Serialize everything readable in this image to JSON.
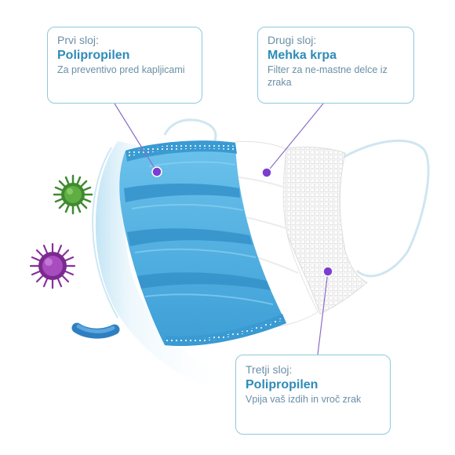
{
  "callouts": {
    "first": {
      "kicker": "Prvi sloj:",
      "title": "Polipropilen",
      "desc": "Za preventivo pred kapljicami"
    },
    "second": {
      "kicker": "Drugi sloj:",
      "title": "Mehka krpa",
      "desc": "Filter za ne-mastne delce iz zraka"
    },
    "third": {
      "kicker": "Tretji sloj:",
      "title": "Polipropilen",
      "desc": "Vpija vaš izdih in vroč zrak"
    }
  },
  "colors": {
    "accent": "#2e8bb8",
    "callout_border": "#8fc8dd",
    "callout_text": "#6a8fa5",
    "mask_blue": "#4fb0e2",
    "marker_purple": "#7a3fd0",
    "virus_green": "#3f8a2e",
    "virus_purple": "#8a2f9e"
  },
  "icons": [
    "green-virus-icon",
    "purple-virus-icon",
    "blue-bacterium-icon"
  ]
}
